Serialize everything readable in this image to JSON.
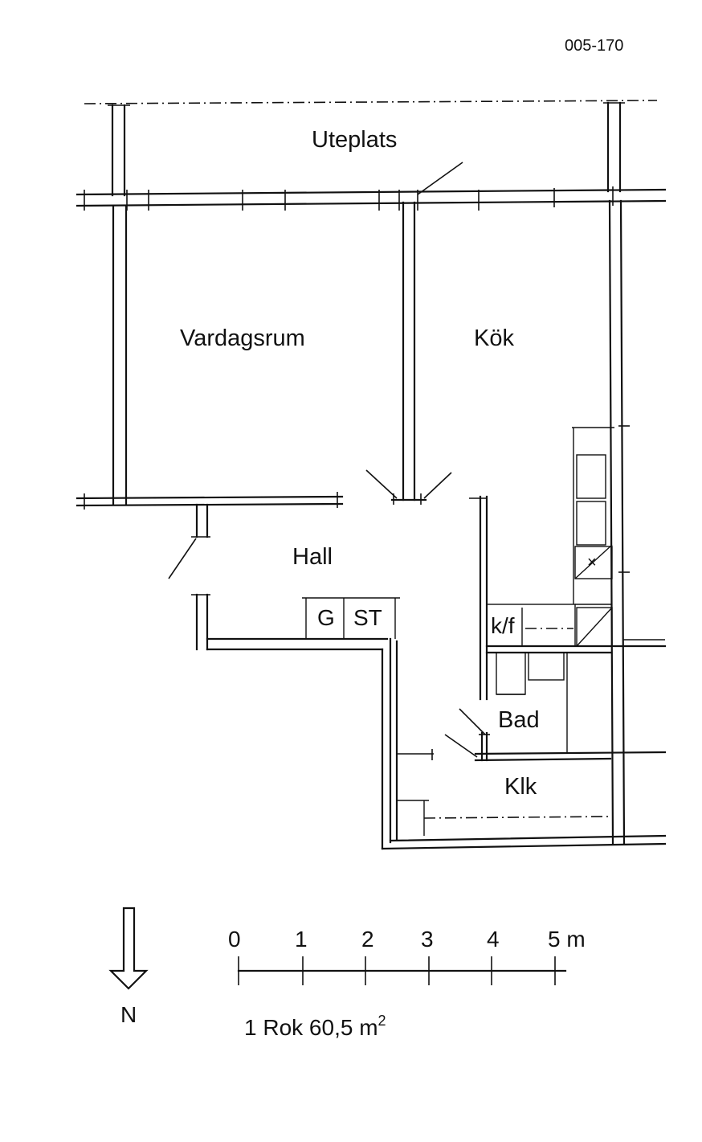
{
  "drawing_ref": "005-170",
  "rooms": {
    "uteplats": "Uteplats",
    "vardagsrum": "Vardagsrum",
    "kok": "Kök",
    "hall": "Hall",
    "bad": "Bad",
    "klk": "Klk"
  },
  "fixtures": {
    "g": "G",
    "st": "ST",
    "kf": "k/f"
  },
  "compass": {
    "label": "N",
    "icon": "north-arrow-icon"
  },
  "scale_bar": {
    "ticks": [
      "0",
      "1",
      "2",
      "3",
      "4",
      "5 m"
    ]
  },
  "summary": {
    "text": "1 Rok 60,5 m",
    "superscript": "2"
  }
}
